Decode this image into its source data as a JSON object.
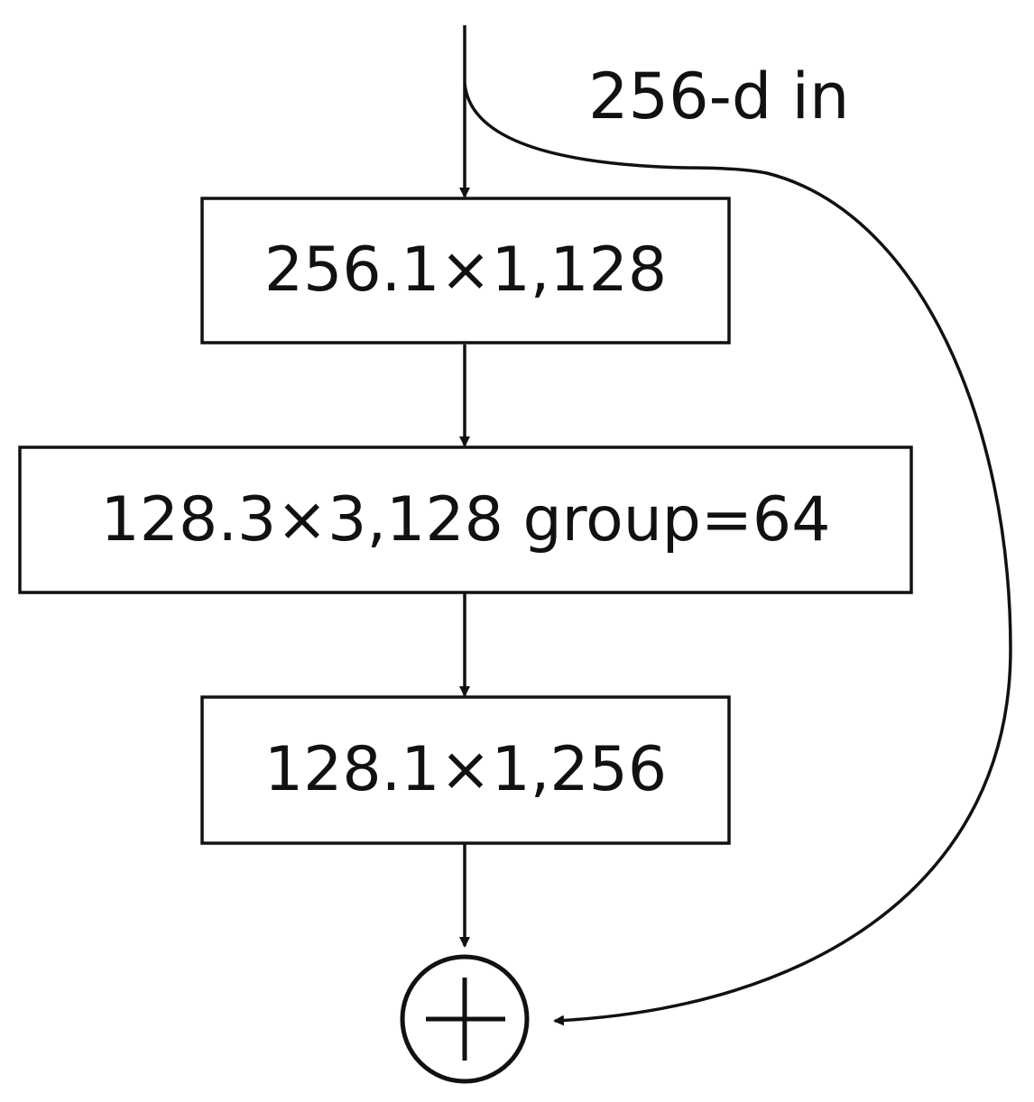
{
  "diagram": {
    "input_label": "256-d in",
    "blocks": [
      {
        "label": "256.1×1,128"
      },
      {
        "label": "128.3×3,128 group=64"
      },
      {
        "label": "128.1×1,256"
      }
    ],
    "sum_node": "addition-operator",
    "colors": {
      "stroke": "#111111",
      "background": "#ffffff"
    }
  }
}
